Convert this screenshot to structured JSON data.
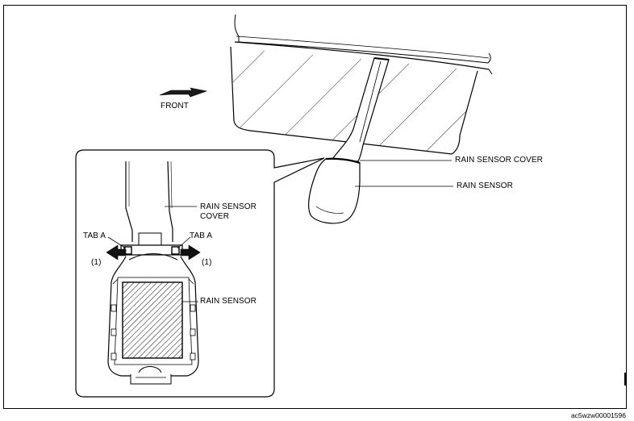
{
  "labels": {
    "front": "FRONT",
    "rain_sensor_cover": "RAIN SENSOR COVER",
    "rain_sensor": "RAIN SENSOR",
    "detail_cover_line1": "RAIN SENSOR",
    "detail_cover_line2": "COVER",
    "tab_a_left": "TAB A",
    "tab_a_right": "TAB A",
    "step_left": "(1)",
    "step_right": "(1)",
    "detail_rain_sensor": "RAIN SENSOR"
  },
  "document_code": "ac5wzw00001596"
}
